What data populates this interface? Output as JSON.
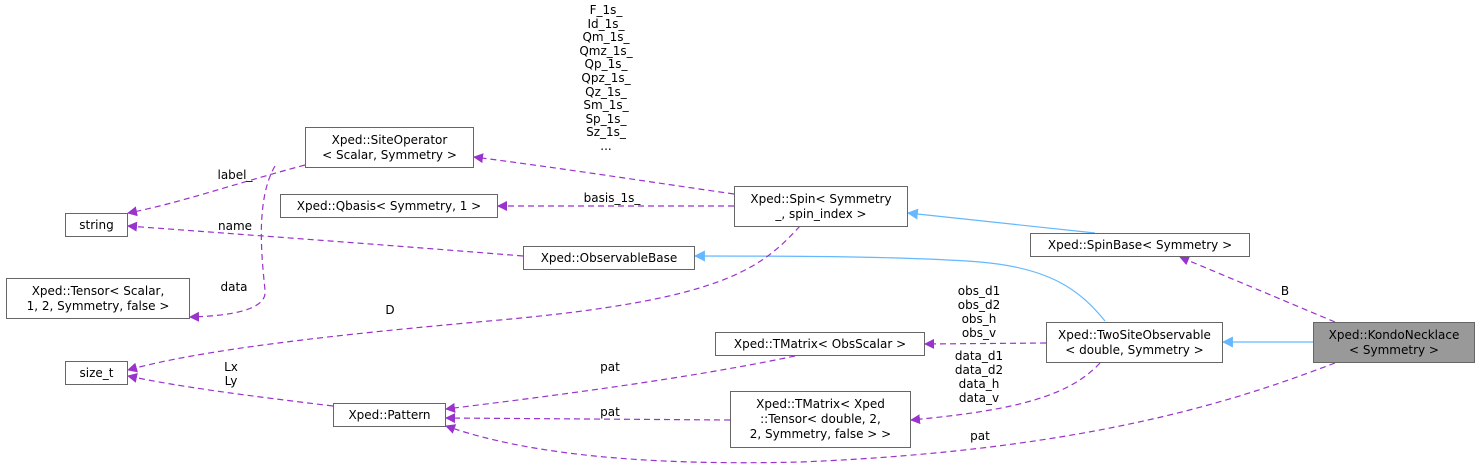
{
  "colors": {
    "usage_edge": "#9a32cd",
    "inherit_edge": "#63b8ff",
    "node_border": "#666666",
    "highlight_fill": "#999999"
  },
  "nodes": {
    "kondo": [
      "Xped::KondoNecklace",
      "< Symmetry >"
    ],
    "twosite": [
      "Xped::TwoSiteObservable",
      "< double, Symmetry >"
    ],
    "spinbase": [
      "Xped::SpinBase< Symmetry >"
    ],
    "spin": [
      "Xped::Spin< Symmetry",
      "_, spin_index >"
    ],
    "observable": [
      "Xped::ObservableBase"
    ],
    "siteop": [
      "Xped::SiteOperator",
      "< Scalar, Symmetry >"
    ],
    "qbasis": [
      "Xped::Qbasis< Symmetry, 1 >"
    ],
    "string": [
      "string"
    ],
    "tensor": [
      "Xped::Tensor< Scalar,",
      "1, 2, Symmetry, false >"
    ],
    "sizet": [
      "size_t"
    ],
    "pattern": [
      "Xped::Pattern"
    ],
    "tmatrix_obs": [
      "Xped::TMatrix< ObsScalar >"
    ],
    "tmatrix_tensor": [
      "Xped::TMatrix< Xped",
      "::Tensor< double, 2,",
      "2, Symmetry, false > >"
    ]
  },
  "edge_labels": {
    "spin_ops": [
      "F_1s_",
      "Id_1s_",
      "Qm_1s_",
      "Qmz_1s_",
      "Qp_1s_",
      "Qpz_1s_",
      "Qz_1s_",
      "Sm_1s_",
      "Sp_1s_",
      "Sz_1s_",
      "..."
    ],
    "label": [
      "label_"
    ],
    "basis": [
      "basis_1s_"
    ],
    "name": [
      "name"
    ],
    "data": [
      "data"
    ],
    "D": [
      "D"
    ],
    "B": [
      "B"
    ],
    "obs": [
      "obs_d1",
      "obs_d2",
      "obs_h",
      "obs_v"
    ],
    "data_fields": [
      "data_d1",
      "data_d2",
      "data_h",
      "data_v"
    ],
    "lxly": [
      "Lx",
      "Ly"
    ],
    "pat_obs": [
      "pat"
    ],
    "pat_tensor": [
      "pat"
    ],
    "pat_kondo": [
      "pat"
    ]
  }
}
